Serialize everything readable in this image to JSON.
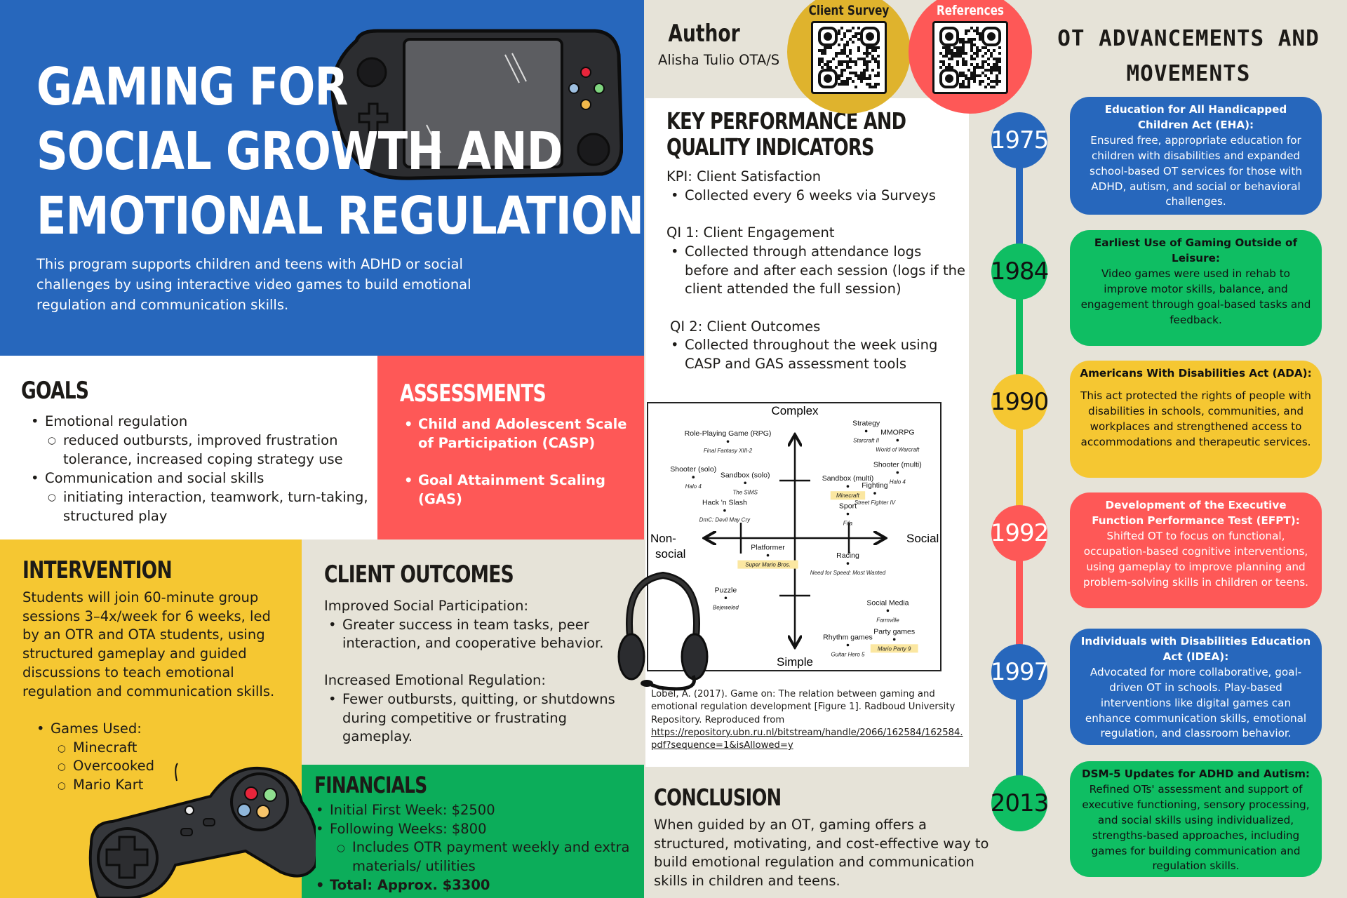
{
  "header": {
    "title_lines": [
      "Gaming for",
      "Social Growth and",
      "Emotional Regulation"
    ],
    "intro": "This program supports children and teens with ADHD or social challenges by using interactive video games to build emotional regulation and communication skills."
  },
  "goals": {
    "heading": "Goals",
    "items": [
      {
        "label": "Emotional regulation",
        "sub": "reduced outbursts, improved frustration tolerance, increased coping strategy use"
      },
      {
        "label": "Communication and social skills",
        "sub": "initiating interaction, teamwork, turn-taking, structured play"
      }
    ]
  },
  "assessments": {
    "heading": "Assessments",
    "items": [
      "Child and Adolescent Scale of Participation (CASP)",
      "Goal Attainment Scaling (GAS)"
    ]
  },
  "intervention": {
    "heading": "Intervention",
    "body": "Students will join 60-minute group sessions 3–4x/week for 6 weeks, led by an OTR and OTA students, using structured gameplay and guided discussions to teach emotional regulation and communication skills.",
    "games_label": "Games Used:",
    "games": [
      "Minecraft",
      "Overcooked",
      "Mario Kart"
    ]
  },
  "outcomes": {
    "heading": "Client Outcomes",
    "groups": [
      {
        "label": "Improved Social Participation:",
        "item": "Greater success in team tasks, peer interaction, and cooperative behavior."
      },
      {
        "label": "Increased Emotional Regulation:",
        "item": "Fewer outbursts, quitting, or shutdowns during competitive or frustrating gameplay."
      }
    ]
  },
  "financials": {
    "heading": "Financials",
    "initial": "Initial First Week: $2500",
    "following": "Following Weeks: $800",
    "following_note": "Includes OTR payment weekly and extra materials/ utilities",
    "total": "Total: Approx. $3300"
  },
  "author": {
    "heading": "Author",
    "name": "Alisha Tulio OTA/S"
  },
  "qr_codes": [
    {
      "label": "Client Survey",
      "color": "#dfb32d"
    },
    {
      "label": "References",
      "color": "#fe5857"
    }
  ],
  "kpi": {
    "heading_lines": [
      "Key Performance and",
      "Quality Indicators"
    ],
    "groups": [
      {
        "label": "KPI: Client Satisfaction",
        "item": "Collected every 6 weeks via Surveys"
      },
      {
        "label": "QI 1: Client Engagement",
        "item": "Collected through attendance logs before and after each session (logs if the client attended the full session)"
      },
      {
        "label": "QI 2: Client Outcomes",
        "item": "Collected throughout the week using CASP and GAS assessment tools"
      }
    ]
  },
  "chart_data": {
    "type": "scatter",
    "title": "",
    "xlabel_left": "Non-social",
    "xlabel_right": "Social",
    "ylabel_top": "Complex",
    "ylabel_bottom": "Simple",
    "xlim": [
      -1,
      1
    ],
    "ylim": [
      -1,
      1
    ],
    "ticks": [
      -0.5,
      0.5
    ],
    "grid": false,
    "points": [
      {
        "genre": "Role-Playing Game (RPG)",
        "example": "Final Fantasy XIII-2",
        "x": -0.62,
        "y": 0.84,
        "highlight": false
      },
      {
        "genre": "Shooter (solo)",
        "example": "Halo 4",
        "x": -0.94,
        "y": 0.53,
        "highlight": false
      },
      {
        "genre": "Sandbox (solo)",
        "example": "The SIMS",
        "x": -0.46,
        "y": 0.48,
        "highlight": false
      },
      {
        "genre": "Hack 'n Slash",
        "example": "DmC: Devil May Cry",
        "x": -0.65,
        "y": 0.24,
        "highlight": false
      },
      {
        "genre": "Strategy",
        "example": "Starcraft II",
        "x": 0.66,
        "y": 0.93,
        "highlight": false
      },
      {
        "genre": "MMORPG",
        "example": "World of Warcraft",
        "x": 0.95,
        "y": 0.85,
        "highlight": false
      },
      {
        "genre": "Shooter (multi)",
        "example": "Halo 4",
        "x": 0.95,
        "y": 0.57,
        "highlight": false
      },
      {
        "genre": "Sandbox (multi)",
        "example": "Minecraft",
        "x": 0.49,
        "y": 0.45,
        "highlight": true
      },
      {
        "genre": "Fighting",
        "example": "Street Fighter IV",
        "x": 0.74,
        "y": 0.39,
        "highlight": false
      },
      {
        "genre": "Sport",
        "example": "Fifa",
        "x": 0.49,
        "y": 0.21,
        "highlight": false
      },
      {
        "genre": "Platformer",
        "example": "Super Mario Bros.",
        "x": -0.25,
        "y": -0.15,
        "highlight": true
      },
      {
        "genre": "Racing",
        "example": "Need for Speed: Most Wanted",
        "x": 0.49,
        "y": -0.22,
        "highlight": false
      },
      {
        "genre": "Puzzle",
        "example": "Bejeweled",
        "x": -0.64,
        "y": -0.52,
        "highlight": false
      },
      {
        "genre": "Social Media",
        "example": "Farmville",
        "x": 0.86,
        "y": -0.63,
        "highlight": false
      },
      {
        "genre": "Party games",
        "example": "Mario Party 9",
        "x": 0.92,
        "y": -0.88,
        "highlight": true
      },
      {
        "genre": "Rhythm games",
        "example": "Guitar Hero 5",
        "x": 0.49,
        "y": -0.93,
        "highlight": false
      }
    ]
  },
  "caption": {
    "text": "Lobel, A. (2017). Game on: The relation between gaming and emotional regulation development [Figure 1]. Radboud University Repository. Reproduced from",
    "link": "https://repository.ubn.ru.nl/bitstream/handle/2066/162584/162584.pdf?sequence=1&isAllowed=y"
  },
  "conclusion": {
    "heading": "Conclusion",
    "body": "When guided by an OT, gaming offers a structured, motivating, and cost-effective way to build emotional regulation and communication skills in children and teens."
  },
  "timeline": {
    "heading_lines": [
      "OT Advancements and",
      "Movements"
    ],
    "events": [
      {
        "year": "1975",
        "color": "#2767bc",
        "text_color": "#ffffff",
        "title": "Education for All Handicapped Children Act (EHA):",
        "body": "Ensured free, appropriate education for children with disabilities and expanded school-based OT services for those with ADHD, autism, and social or behavioral challenges."
      },
      {
        "year": "1984",
        "color": "#0fbe63",
        "text_color": "#111111",
        "title": "Earliest Use of Gaming Outside of Leisure:",
        "body": "Video games were used in rehab to improve motor skills, balance, and engagement through goal-based tasks and feedback."
      },
      {
        "year": "1990",
        "color": "#f5c732",
        "text_color": "#111111",
        "title": "Americans With Disabilities Act (ADA):",
        "body": "This act protected the rights of people with disabilities in schools, communities, and workplaces and strengthened access to accommodations and therapeutic services."
      },
      {
        "year": "1992",
        "color": "#fe5857",
        "text_color": "#ffffff",
        "title": "Development of the Executive Function Performance Test (EFPT):",
        "body": "Shifted OT to focus on functional, occupation-based cognitive interventions, using gameplay to improve planning and problem-solving skills in children or teens."
      },
      {
        "year": "1997",
        "color": "#2767bc",
        "text_color": "#ffffff",
        "title": "Individuals with Disabilities Education Act (IDEA):",
        "body": "Advocated for more collaborative, goal-driven OT in schools. Play-based interventions like digital games can enhance communication skills, emotional regulation, and classroom behavior."
      },
      {
        "year": "2013",
        "color": "#0fbe63",
        "text_color": "#111111",
        "title": "DSM-5 Updates for ADHD and Autism:",
        "body": "Refined OTs' assessment and support of executive functioning, sensory processing, and social skills using individualized, strengths-based approaches, including games for building communication and regulation skills."
      }
    ]
  }
}
